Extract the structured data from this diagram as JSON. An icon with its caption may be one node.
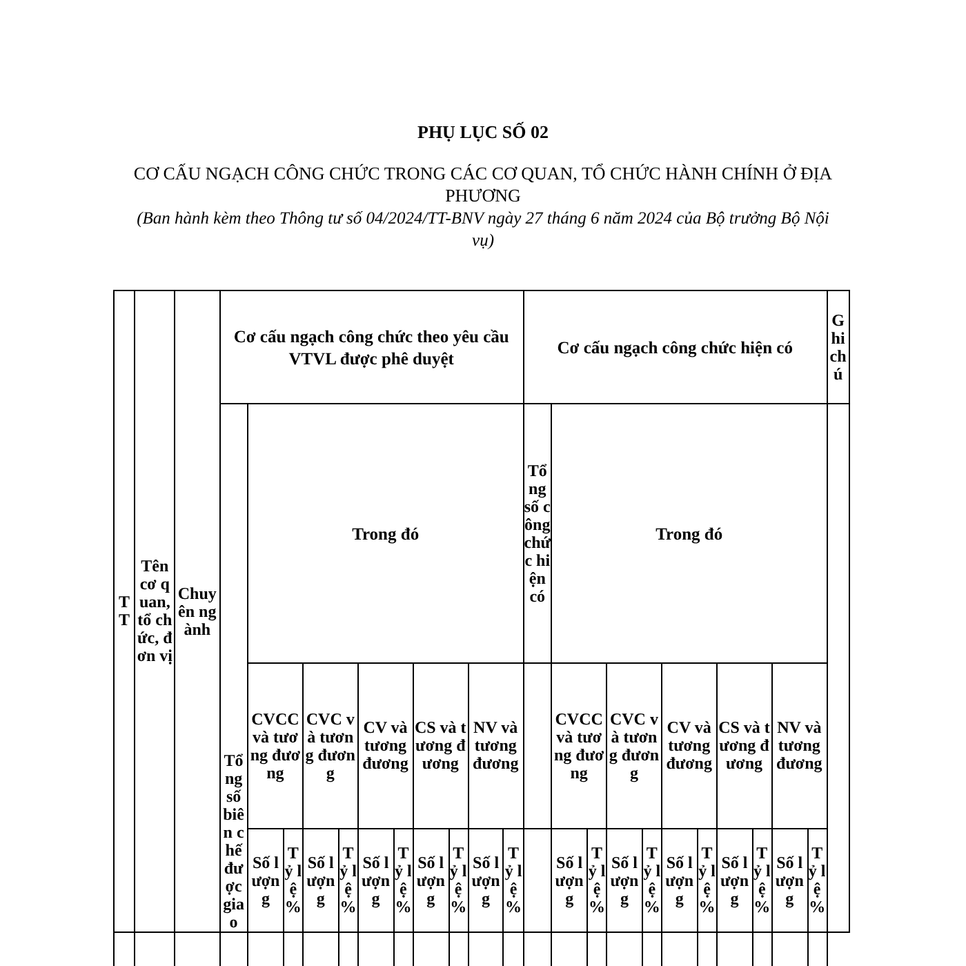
{
  "diagram": {
    "title": "PHỤ LỤC SỐ 02",
    "labels": [
      "CƠ CẤU NGẠCH CÔNG CHỨC TRONG CÁC CƠ QUAN, TỔ CHỨC HÀNH CHÍNH Ở ĐỊA PHƯƠNG",
      "(Ban hành kèm theo Thông tư số 04/2024/TT-BNV ngày 27 tháng 6 năm 2024 của Bộ trưởng Bộ Nội vụ)",
      "TT",
      "Tên cơ quan, tổ chức, đơn vị",
      "Chuyên ngành",
      "Cơ cấu ngạch công chức theo yêu cầu VTVL được phê duyệt",
      "Cơ cấu ngạch công chức hiện có",
      "Ghi chú",
      "Tổng số biên chế được giao",
      "Trong đó",
      "Tổng số công chức hiện có",
      "Trong đó",
      "CVCC và tương đương",
      "CVC và tương đương",
      "CV và tương đương",
      "CS và tương đương",
      "NV và tương đương",
      "CVCC và tương đương",
      "CVC và tương đương",
      "CV và tương đương",
      "CS và tương đương",
      "NV và tương đương",
      "Số lượng",
      "Tỷ lệ %",
      "Số lượng",
      "Tỷ lệ %",
      "Số lượng",
      "Tỷ lệ %",
      "Số lượng",
      "Tỷ lệ %",
      "Số lượng",
      "Tỷ lệ %",
      "Số lượng",
      "Tỷ lệ %",
      "Số lượng",
      "Tỷ lệ %",
      "Số lượng",
      "Tỷ lệ %",
      "Số lượng",
      "Tỷ lệ %",
      "Số lượng",
      "Tỷ lệ %"
    ]
  }
}
